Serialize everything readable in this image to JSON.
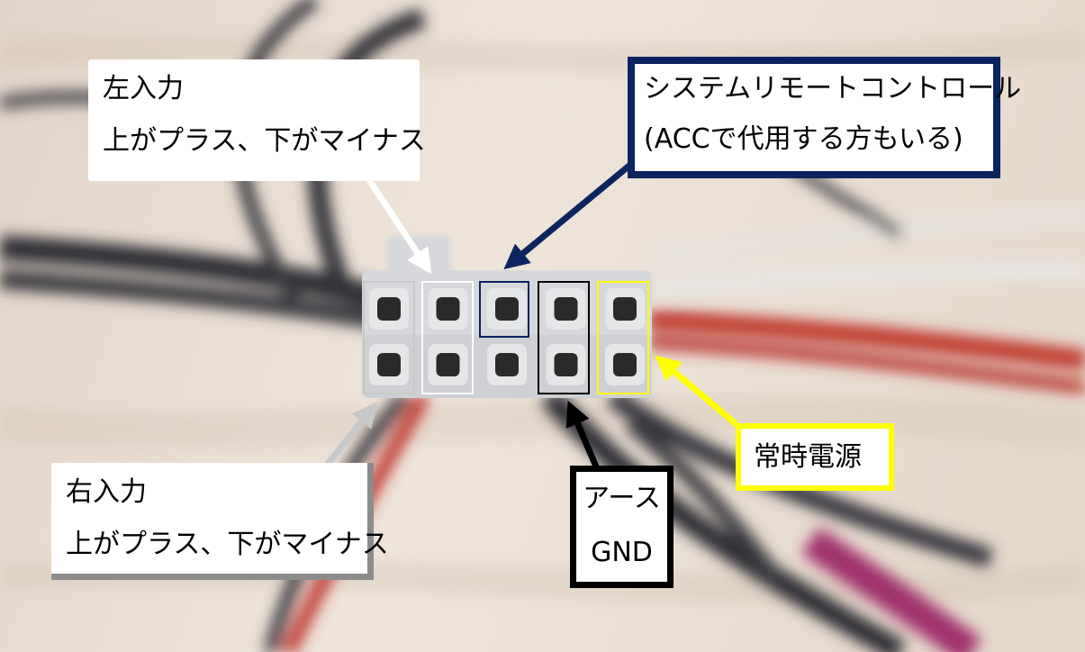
{
  "callouts": {
    "left_input": {
      "title": "左入力",
      "desc": "上がプラス、下がマイナス",
      "frame_color": "#ffffff"
    },
    "right_input": {
      "title": "右入力",
      "desc": "上がプラス、下がマイナス",
      "frame_color": "#c8c8c8"
    },
    "system_remote": {
      "title": "システムリモートコントロール",
      "desc": "(ACCで代用する方もいる)",
      "frame_color": "#0b2460"
    },
    "ground": {
      "title": "アース",
      "desc": "GND",
      "frame_color": "#000000"
    },
    "constant_power": {
      "title": "常時電源",
      "frame_color": "#ffff00"
    }
  },
  "connector": {
    "columns": 5,
    "rows": 2
  },
  "colors": {
    "background": "#e9ddd2",
    "connector_body": "#d6d8db",
    "pin_socket": "#2a2a2a",
    "wire_dark": "#2f2f35",
    "wire_red": "#c0342a",
    "sleeve_magenta": "#a0306e"
  }
}
